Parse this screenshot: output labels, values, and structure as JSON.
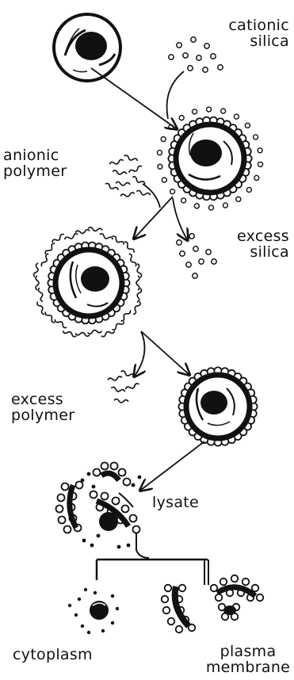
{
  "labels": {
    "cationic_silica": [
      "cationic",
      "silica"
    ],
    "anionic_polymer": [
      "anionic",
      "polymer"
    ],
    "excess_silica": [
      "excess",
      "silica"
    ],
    "excess_polymer": [
      "excess",
      "polymer"
    ],
    "lysate": "lysate",
    "cytoplasm": "cytoplasm",
    "plasma_membrane": [
      "plasma",
      "membrane"
    ]
  },
  "colors": {
    "ink": "#111111",
    "paper": "#ffffff"
  }
}
